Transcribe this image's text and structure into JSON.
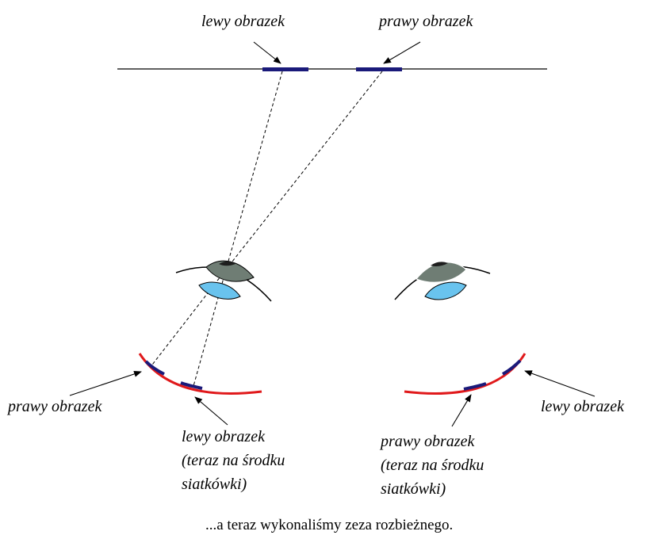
{
  "colors": {
    "retina": "#e0191b",
    "image_segment": "#1a1a7a",
    "lens": "#69c3ee",
    "cornea": "#6f7d74",
    "pupil": "#1e1e1e",
    "line": "#000000"
  },
  "top_labels": {
    "left_image": "lewy obrazek",
    "right_image": "prawy obrazek"
  },
  "left_eye": {
    "label_right_image": "prawy obrazek",
    "label_left_image_lines": [
      "lewy obrazek",
      "(teraz na środku",
      "siatkówki)"
    ]
  },
  "right_eye": {
    "label_right_image_lines": [
      "prawy obrazek",
      "(teraz na środku",
      "siatkówki)"
    ],
    "label_left_image": "lewy obrazek"
  },
  "caption": "...a teraz wykonaliśmy zeza rozbieżnego."
}
